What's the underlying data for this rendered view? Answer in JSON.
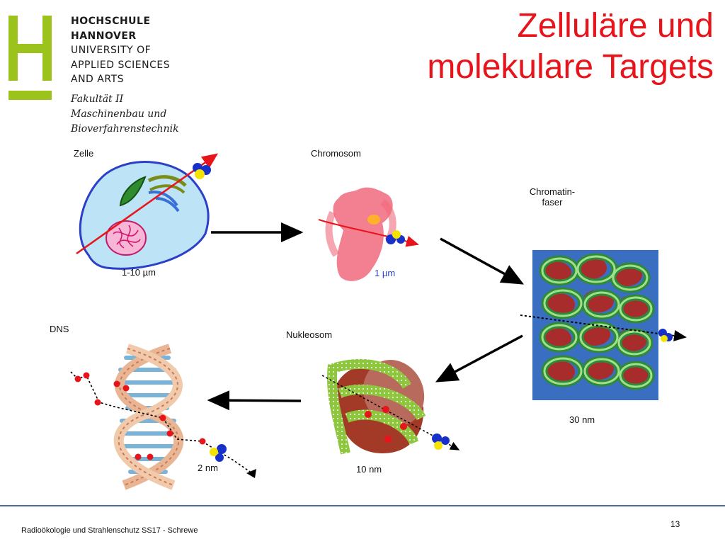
{
  "logo": {
    "line1": "HOCHSCHULE",
    "line2": "HANNOVER",
    "line3": "UNIVERSITY OF",
    "line4": "APPLIED SCIENCES",
    "line5": "AND ARTS",
    "faculty1": "Fakultät II",
    "faculty2": "Maschinenbau und",
    "faculty3": "Bioverfahrenstechnik",
    "color": "#9bc31c"
  },
  "title": {
    "line1": "Zelluläre und",
    "line2": "molekulare Targets",
    "color": "#e8141b"
  },
  "diagram": {
    "cell": {
      "label": "Zelle",
      "scale": "1-10 µm"
    },
    "chromosome": {
      "label": "Chromosom",
      "scale": "1 µm"
    },
    "chromatin": {
      "label_line1": "Chromatin-",
      "label_line2": "faser",
      "scale": "30 nm"
    },
    "nucleosome": {
      "label": "Nukleosom",
      "scale": "10 nm"
    },
    "dna": {
      "label": "DNS",
      "scale": "2 nm"
    }
  },
  "footer": {
    "text": "Radioökologie und Strahlenschutz SS17 - Schrewe",
    "page": "13"
  }
}
